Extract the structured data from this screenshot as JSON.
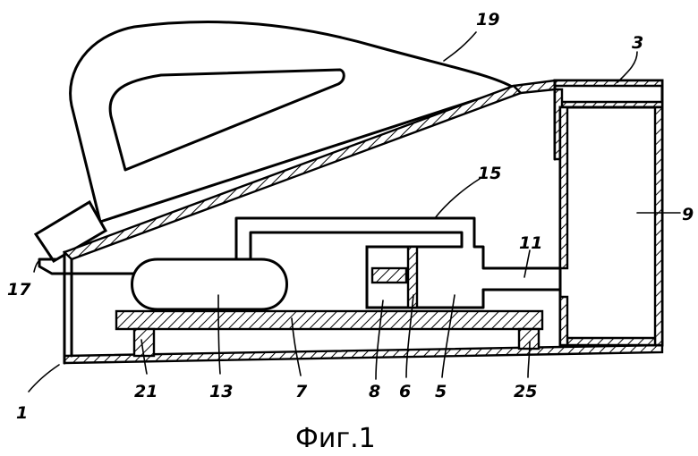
{
  "caption": "Фиг.1",
  "labels": {
    "l1": "1",
    "l3": "3",
    "l5": "5",
    "l6": "6",
    "l7": "7",
    "l8": "8",
    "l9": "9",
    "l11": "11",
    "l13": "13",
    "l15": "15",
    "l17": "17",
    "l19": "19",
    "l21": "21",
    "l25": "25"
  }
}
